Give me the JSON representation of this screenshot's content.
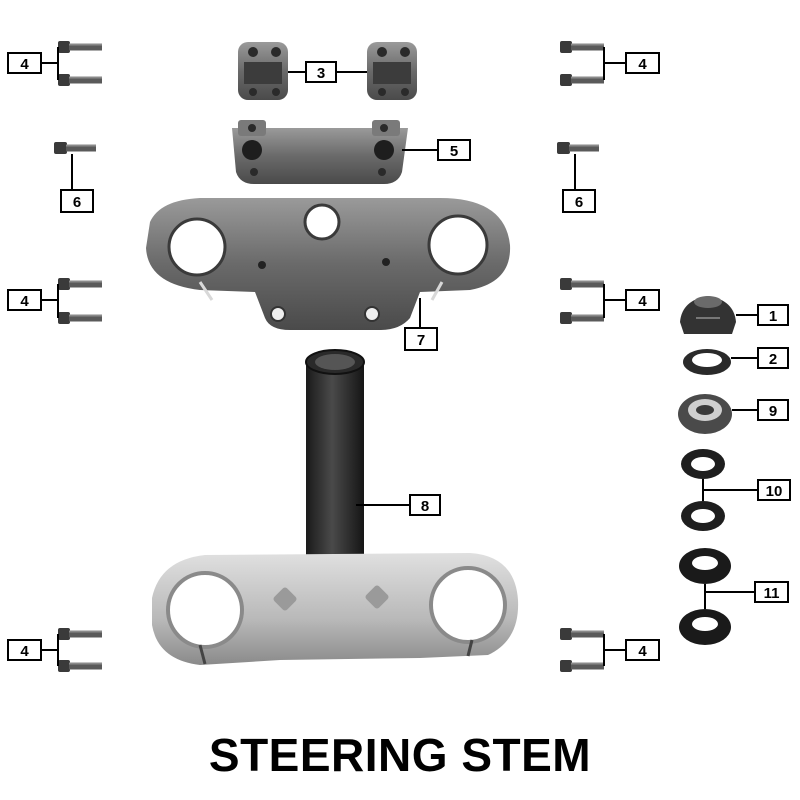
{
  "title": "STEERING STEM",
  "callouts": {
    "c1": "1",
    "c2": "2",
    "c3": "3",
    "c4": "4",
    "c5": "5",
    "c6": "6",
    "c7": "7",
    "c8": "8",
    "c9": "9",
    "c10": "10",
    "c11": "11"
  },
  "colors": {
    "part_dark": "#2b2b2b",
    "part_mid": "#6d6d6d",
    "part_light": "#bdbdbd",
    "line": "#000000"
  }
}
